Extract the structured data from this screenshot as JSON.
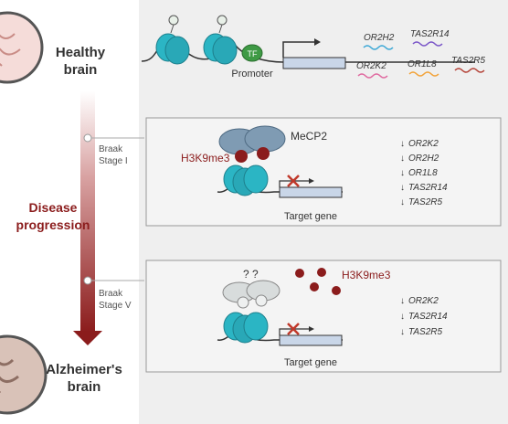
{
  "left_panel": {
    "healthy_line1": "Healthy",
    "healthy_line2": "brain",
    "progression_line1": "Disease",
    "progression_line2": "progression",
    "alz_line1": "Alzheimer's",
    "alz_line2": "brain",
    "stage1_line1": "Braak",
    "stage1_line2": "Stage I",
    "stage5_line1": "Braak",
    "stage5_line2": "Stage V"
  },
  "top_panel": {
    "tf_label": "TF",
    "promoter_label": "Promoter",
    "genes": [
      {
        "name": "OR2H2",
        "color": "#3fa9d6"
      },
      {
        "name": "TAS2R14",
        "color": "#7b57c8"
      },
      {
        "name": "OR2K2",
        "color": "#e06aa0"
      },
      {
        "name": "OR1L8",
        "color": "#f2a33a"
      },
      {
        "name": "TAS2R5",
        "color": "#b5453a"
      }
    ]
  },
  "stage1_box": {
    "mecp2_label": "MeCP2",
    "h3k9me3_label": "H3K9me3",
    "target_label": "Target gene",
    "downregulated": [
      "OR2K2",
      "OR2H2",
      "OR1L8",
      "TAS2R14",
      "TAS2R5"
    ]
  },
  "stage5_box": {
    "question_label": "? ?",
    "h3k9me3_label": "H3K9me3",
    "target_label": "Target gene",
    "downregulated": [
      "OR2K2",
      "TAS2R14",
      "TAS2R5"
    ]
  },
  "arrow_symbol": "↓",
  "colors": {
    "nucleosome": "#2bb5c4",
    "progression_text": "#8b1c1c",
    "methyl": "#8b1c1c",
    "mecp2": "#7f9bb3",
    "tf": "#3f9a45"
  }
}
